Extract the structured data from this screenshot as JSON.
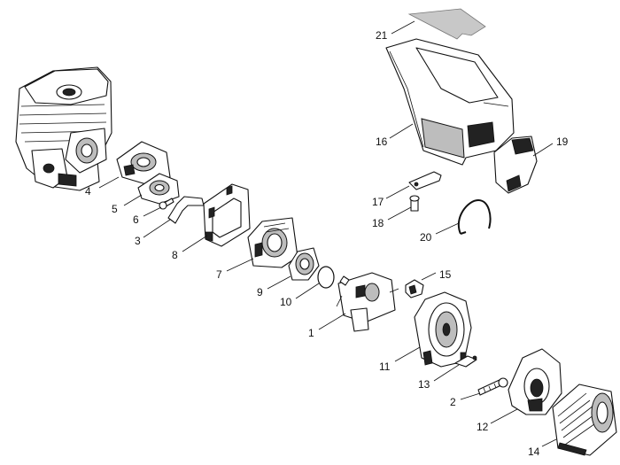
{
  "diagram": {
    "callouts": [
      {
        "id": "cyl",
        "label": "4"
      },
      {
        "id": "p5",
        "label": "5"
      },
      {
        "id": "p6",
        "label": "6"
      },
      {
        "id": "p3",
        "label": "3"
      },
      {
        "id": "p8",
        "label": "8"
      },
      {
        "id": "p7",
        "label": "7"
      },
      {
        "id": "p9",
        "label": "9"
      },
      {
        "id": "p10",
        "label": "10"
      },
      {
        "id": "p1",
        "label": "1"
      },
      {
        "id": "p15",
        "label": "15"
      },
      {
        "id": "p11",
        "label": "11"
      },
      {
        "id": "p13",
        "label": "13"
      },
      {
        "id": "p2",
        "label": "2"
      },
      {
        "id": "p12",
        "label": "12"
      },
      {
        "id": "p14",
        "label": "14"
      },
      {
        "id": "p21",
        "label": "21"
      },
      {
        "id": "p16",
        "label": "16"
      },
      {
        "id": "p19",
        "label": "19"
      },
      {
        "id": "p17",
        "label": "17"
      },
      {
        "id": "p18",
        "label": "18"
      },
      {
        "id": "p20",
        "label": "20"
      }
    ]
  }
}
